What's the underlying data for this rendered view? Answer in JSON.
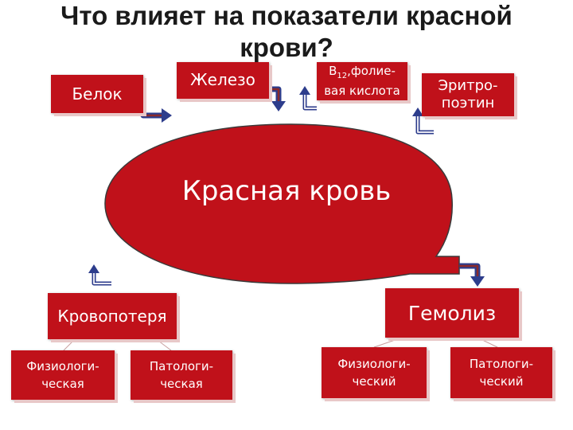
{
  "title": {
    "line1": "Что влияет на показатели красной",
    "line2": "крови?"
  },
  "factors": {
    "protein": "Белок",
    "iron": "Железо",
    "b12_line1": "B",
    "b12_sub": "12",
    "b12_line1_rest": ",фолие-",
    "b12_line2": "вая кислота",
    "epo_line1": "Эритро-",
    "epo_line2": "поэтин"
  },
  "center": {
    "label": "Красная кровь"
  },
  "blood_loss": {
    "label": "Кровопотеря",
    "physiological_line1": "Физиологи-",
    "physiological_line2": "ческая",
    "pathological_line1": "Патологи-",
    "pathological_line2": "ческая"
  },
  "hemolysis": {
    "label": "Гемолиз",
    "physiological_line1": "Физиологи-",
    "physiological_line2": "ческий",
    "pathological_line1": "Патологи-",
    "pathological_line2": "ческий"
  },
  "colors": {
    "box": "#c0111a",
    "arrow": "#2d3d8c",
    "arrow_inner": "#8a2a2a"
  }
}
